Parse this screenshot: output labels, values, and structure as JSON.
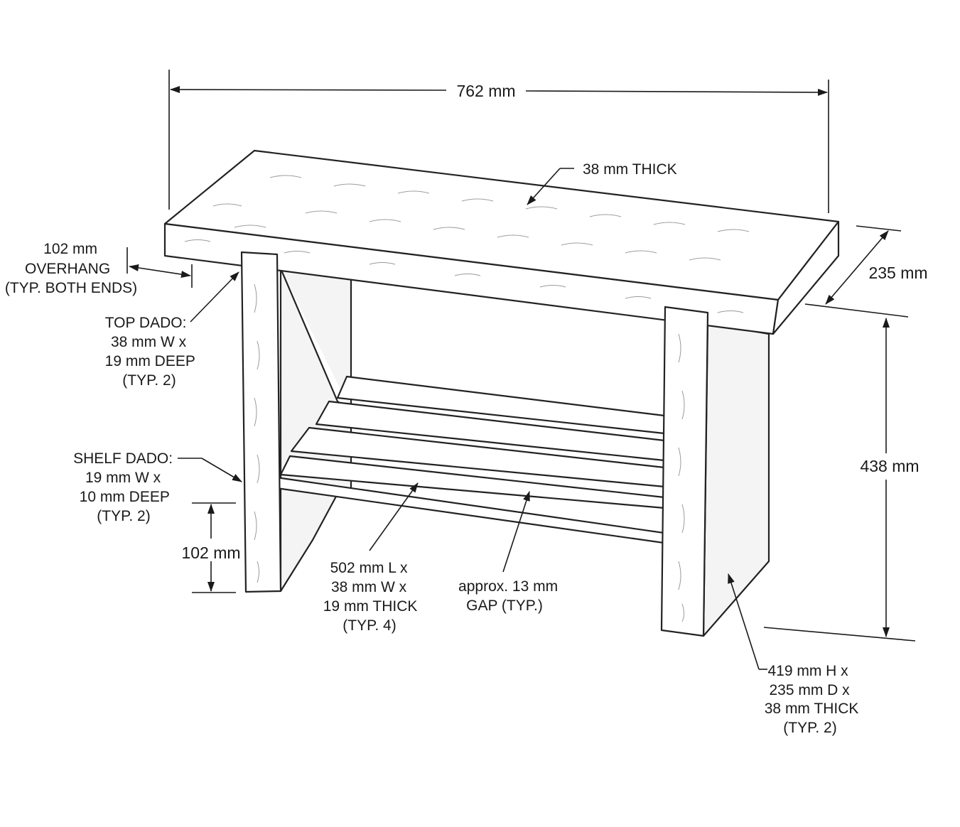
{
  "dimensions": {
    "length": "762 mm",
    "top_thickness": "38 mm THICK",
    "depth": "235 mm",
    "height": "438 mm",
    "shelf_height": "102 mm"
  },
  "callouts": {
    "overhang": [
      "102 mm",
      "OVERHANG",
      "(TYP. BOTH ENDS)"
    ],
    "top_dado": [
      "TOP DADO:",
      "38 mm W x",
      "19 mm DEEP",
      "(TYP. 2)"
    ],
    "shelf_dado": [
      "SHELF DADO:",
      "19 mm W x",
      "10 mm DEEP",
      "(TYP. 2)"
    ],
    "slats": [
      "502 mm L x",
      "38 mm W x",
      "19 mm THICK",
      "(TYP. 4)"
    ],
    "gap": [
      "approx. 13 mm",
      "GAP (TYP.)"
    ],
    "legs": [
      "419 mm H x",
      "235 mm D x",
      "38 mm THICK",
      "(TYP. 2)"
    ]
  }
}
